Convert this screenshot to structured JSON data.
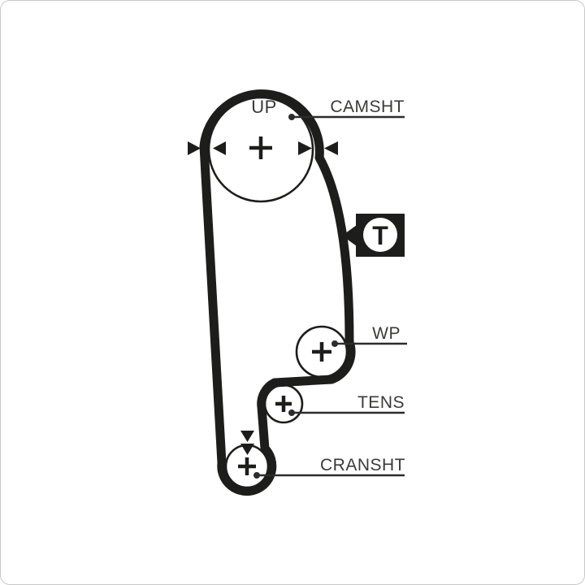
{
  "diagram": {
    "type": "timing-belt-routing",
    "background": "#ffffff",
    "ink_color": "#1d1d1b",
    "text_color": "#3a3a39",
    "labels": {
      "up": "UP",
      "camshaft": "CAMSHT",
      "water_pump": "WP",
      "tensioner": "TENS",
      "crankshaft": "CRANSHT"
    },
    "badge": {
      "letter": "T",
      "style": "black-square-white-circle-left-pointer"
    },
    "pulleys": [
      {
        "name": "camshaft",
        "label": "CAMSHT",
        "marker": "+",
        "alignment_marks": "left-right-arrow-pairs",
        "direction_label": "UP"
      },
      {
        "name": "water-pump",
        "label": "WP",
        "marker": "+"
      },
      {
        "name": "tensioner",
        "label": "TENS",
        "marker": "+"
      },
      {
        "name": "crankshaft",
        "label": "CRANSHT",
        "marker": "+",
        "alignment_marks": "two-down-arrows"
      }
    ]
  }
}
